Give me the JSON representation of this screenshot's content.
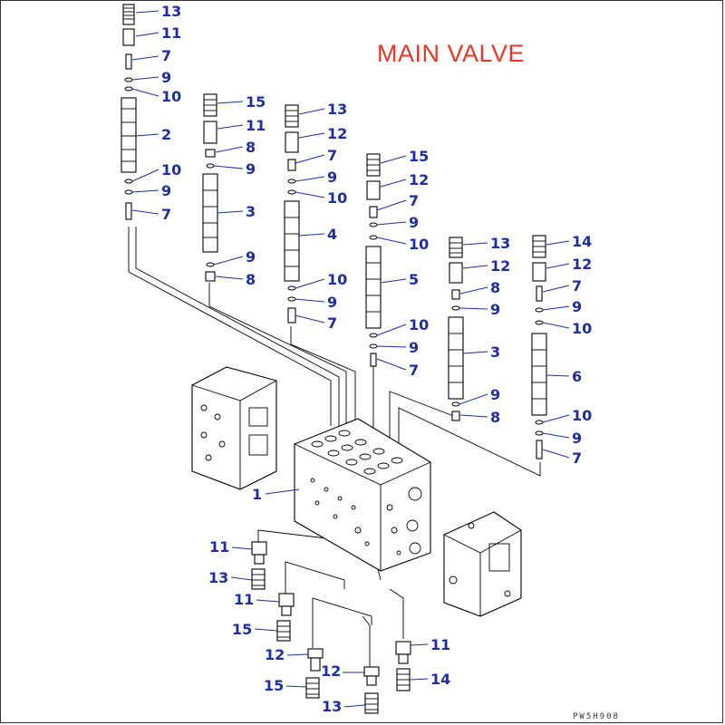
{
  "title": "MAIN VALVE",
  "drawing_code": "PW5H908",
  "colors": {
    "title": "#e03a2a",
    "callout": "#1f2d9e",
    "line": "#000000"
  },
  "callouts": [
    {
      "id": "c01",
      "label": "13"
    },
    {
      "id": "c02",
      "label": "11"
    },
    {
      "id": "c03",
      "label": "7"
    },
    {
      "id": "c04",
      "label": "9"
    },
    {
      "id": "c05",
      "label": "10"
    },
    {
      "id": "c06",
      "label": "2"
    },
    {
      "id": "c07",
      "label": "10"
    },
    {
      "id": "c08",
      "label": "9"
    },
    {
      "id": "c09",
      "label": "7"
    },
    {
      "id": "c10",
      "label": "15"
    },
    {
      "id": "c11",
      "label": "11"
    },
    {
      "id": "c12",
      "label": "8"
    },
    {
      "id": "c13",
      "label": "9"
    },
    {
      "id": "c14",
      "label": "3"
    },
    {
      "id": "c15",
      "label": "9"
    },
    {
      "id": "c16",
      "label": "8"
    },
    {
      "id": "c17",
      "label": "13"
    },
    {
      "id": "c18",
      "label": "12"
    },
    {
      "id": "c19",
      "label": "7"
    },
    {
      "id": "c20",
      "label": "9"
    },
    {
      "id": "c21",
      "label": "10"
    },
    {
      "id": "c22",
      "label": "4"
    },
    {
      "id": "c23",
      "label": "10"
    },
    {
      "id": "c24",
      "label": "9"
    },
    {
      "id": "c25",
      "label": "7"
    },
    {
      "id": "c26",
      "label": "15"
    },
    {
      "id": "c27",
      "label": "12"
    },
    {
      "id": "c28",
      "label": "7"
    },
    {
      "id": "c29",
      "label": "9"
    },
    {
      "id": "c30",
      "label": "10"
    },
    {
      "id": "c31",
      "label": "5"
    },
    {
      "id": "c32",
      "label": "10"
    },
    {
      "id": "c33",
      "label": "9"
    },
    {
      "id": "c34",
      "label": "7"
    },
    {
      "id": "c35",
      "label": "13"
    },
    {
      "id": "c36",
      "label": "12"
    },
    {
      "id": "c37",
      "label": "8"
    },
    {
      "id": "c38",
      "label": "9"
    },
    {
      "id": "c39",
      "label": "3"
    },
    {
      "id": "c40",
      "label": "9"
    },
    {
      "id": "c41",
      "label": "8"
    },
    {
      "id": "c42",
      "label": "14"
    },
    {
      "id": "c43",
      "label": "12"
    },
    {
      "id": "c44",
      "label": "7"
    },
    {
      "id": "c45",
      "label": "9"
    },
    {
      "id": "c46",
      "label": "10"
    },
    {
      "id": "c47",
      "label": "6"
    },
    {
      "id": "c48",
      "label": "10"
    },
    {
      "id": "c49",
      "label": "9"
    },
    {
      "id": "c50",
      "label": "7"
    },
    {
      "id": "c51",
      "label": "1"
    },
    {
      "id": "c52",
      "label": "11"
    },
    {
      "id": "c53",
      "label": "13"
    },
    {
      "id": "c54",
      "label": "11"
    },
    {
      "id": "c55",
      "label": "15"
    },
    {
      "id": "c56",
      "label": "12"
    },
    {
      "id": "c57",
      "label": "12"
    },
    {
      "id": "c58",
      "label": "15"
    },
    {
      "id": "c59",
      "label": "13"
    },
    {
      "id": "c60",
      "label": "11"
    },
    {
      "id": "c61",
      "label": "14"
    }
  ]
}
